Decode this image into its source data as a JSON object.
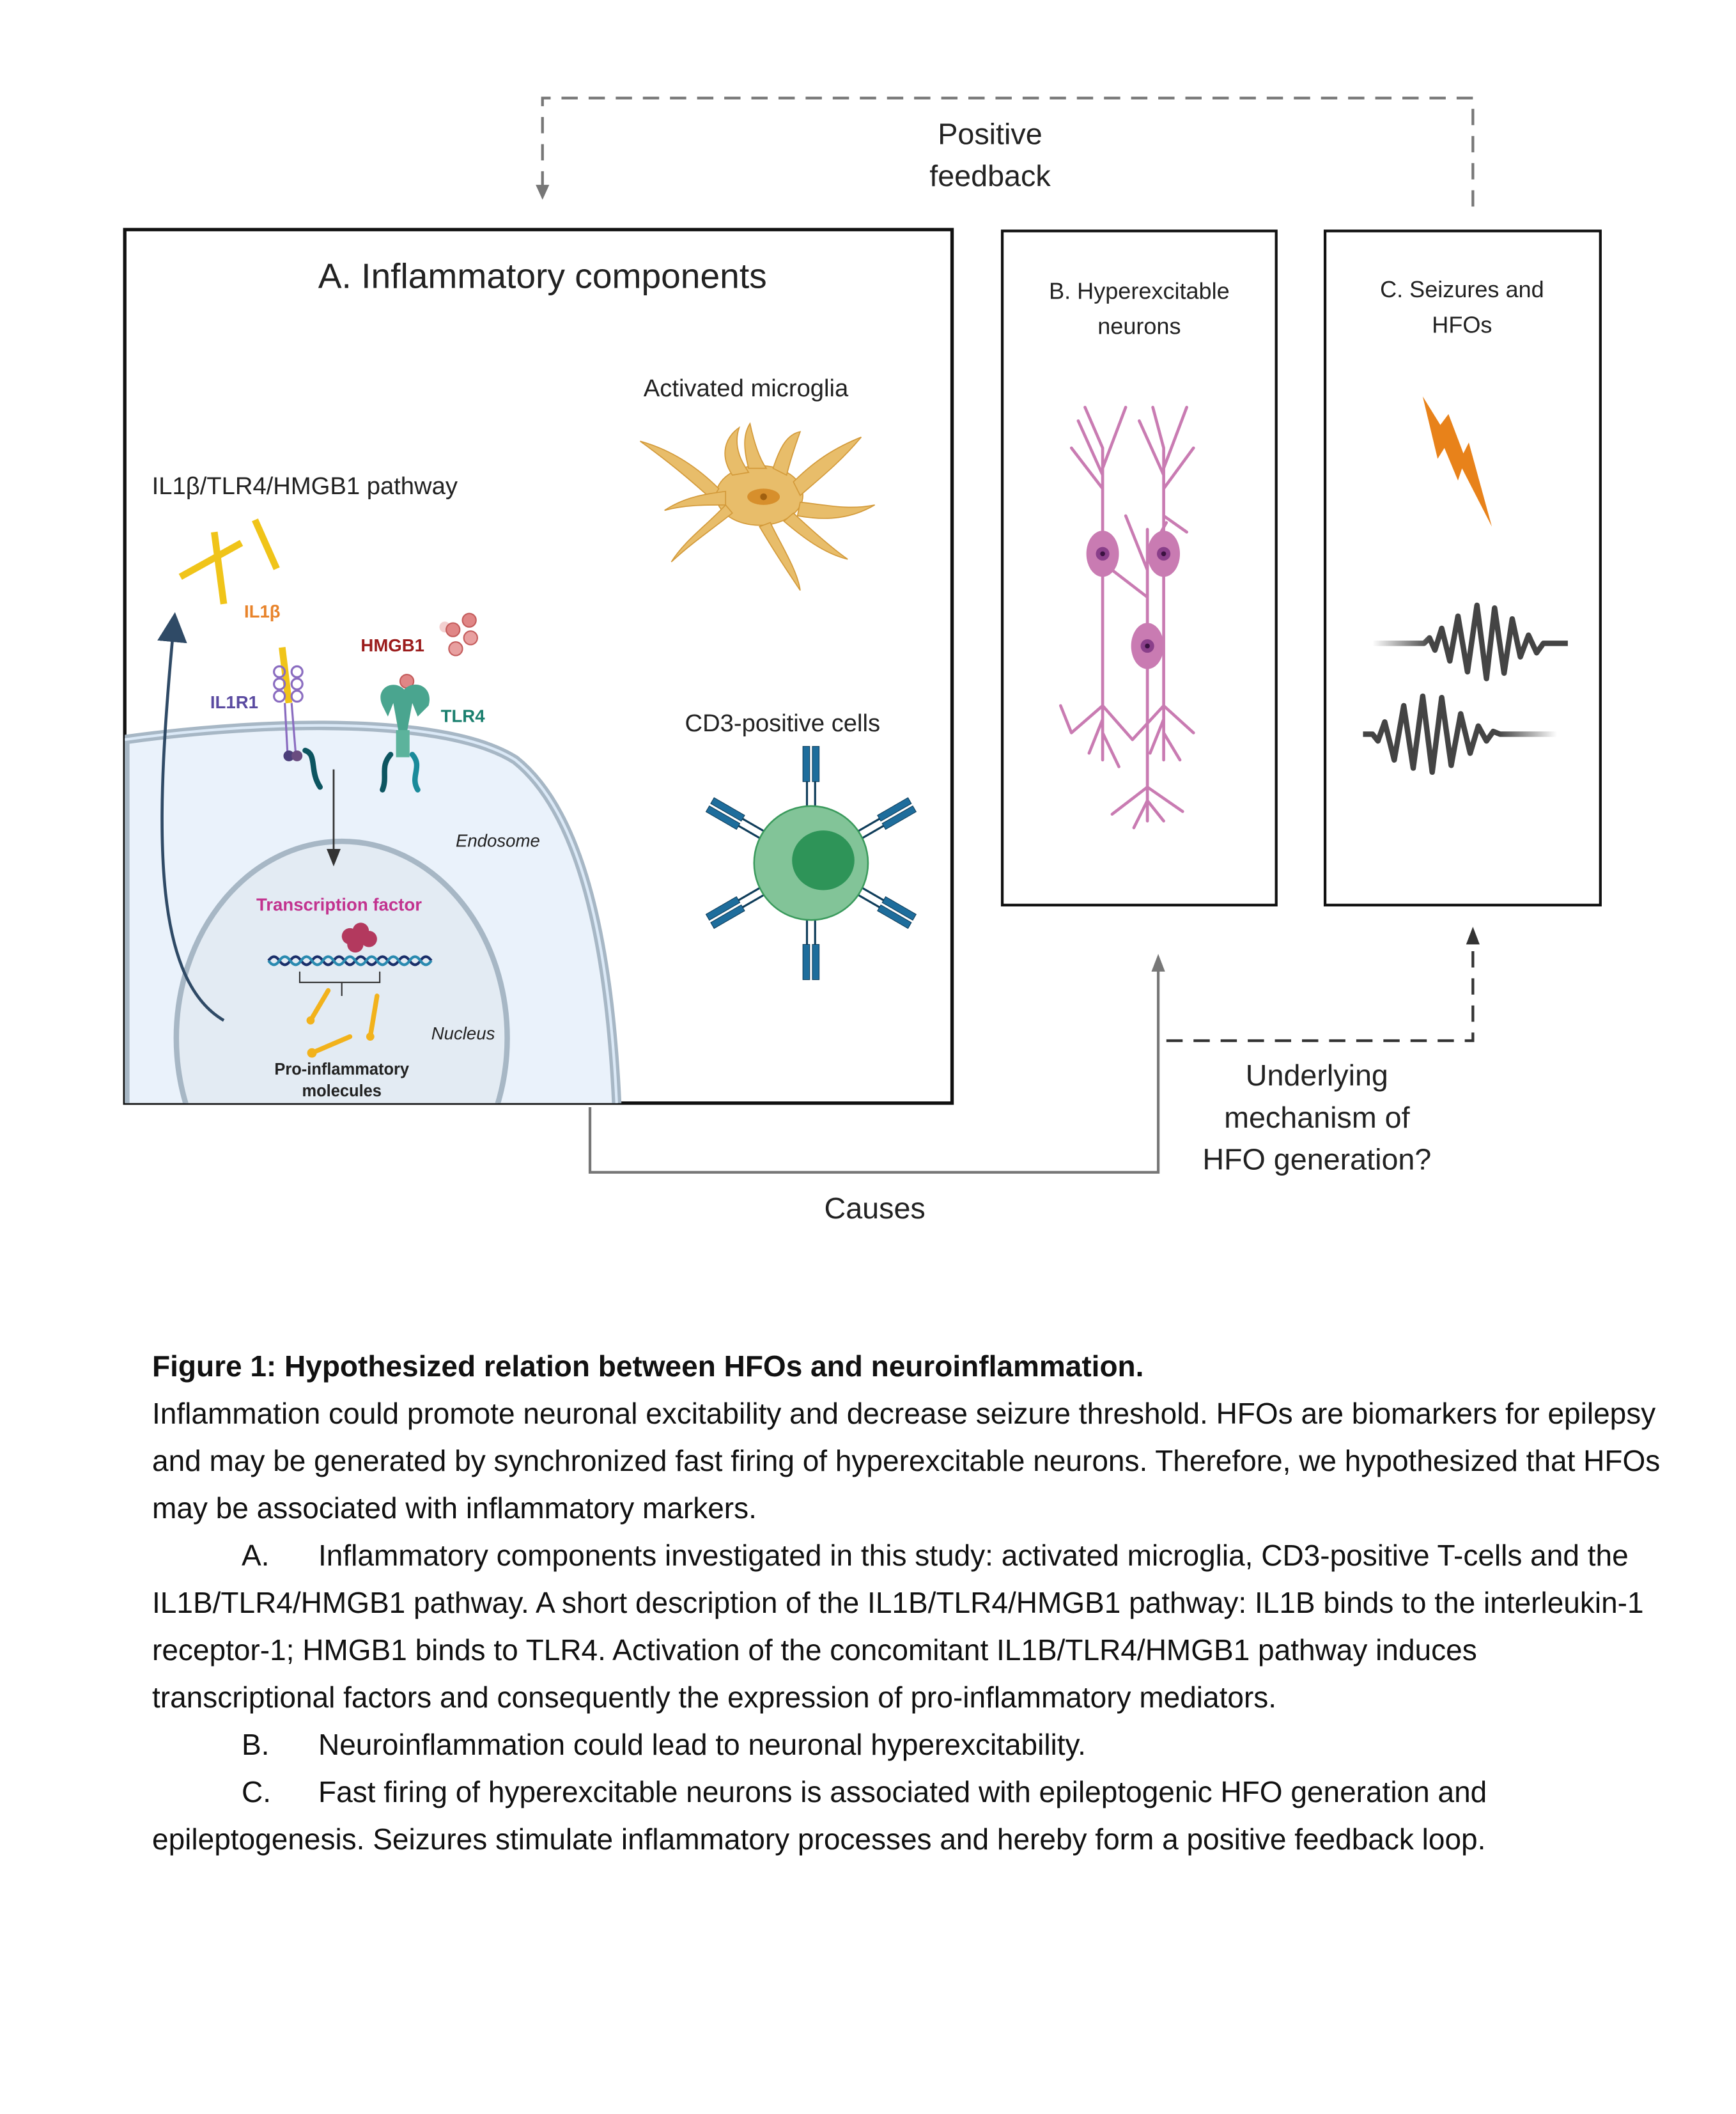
{
  "diagram": {
    "feedback_label": [
      "Positive",
      "feedback"
    ],
    "causes_label": "Causes",
    "mechanism_label": [
      "Underlying",
      "mechanism of",
      "HFO generation?"
    ],
    "panel_a": {
      "title": "A. Inflammatory components",
      "pathway_title": "IL1β/TLR4/HMGB1 pathway",
      "il1b": "IL1β",
      "hmgb1": "HMGB1",
      "il1r1": "IL1R1",
      "tlr4": "TLR4",
      "endosome": "Endosome",
      "nucleus": "Nucleus",
      "transcription_factor": "Transcription factor",
      "pro_inflammatory": [
        "Pro-inflammatory",
        "molecules"
      ],
      "microglia_title": "Activated microglia",
      "cd3_title": "CD3-positive cells"
    },
    "panel_b": {
      "title": [
        "B. Hyperexcitable",
        "neurons"
      ]
    },
    "panel_c": {
      "title": [
        "C. Seizures and",
        "HFOs"
      ]
    },
    "colors": {
      "il1b": "#e8832a",
      "hmgb1": "#9b1c1c",
      "il1r1": "#5a4aa0",
      "tlr4": "#1a7f6e",
      "transcription_factor": "#c2338f",
      "microglia": "#e8bd6a",
      "neuron": "#c97bb2",
      "tcell": "#82c498",
      "bolt": "#e8821a"
    }
  },
  "caption": {
    "title": "Figure 1: Hypothesized relation between HFOs and neuroinflammation.",
    "intro": "Inflammation could promote neuronal excitability and decrease seizure threshold. HFOs are biomarkers for epilepsy and may be generated by synchronized fast firing of hyperexcitable neurons. Therefore, we hypothesized that HFOs may be associated with inflammatory markers.",
    "items": [
      {
        "letter": "A.",
        "text": "Inflammatory components investigated in this study: activated microglia, CD3-positive T-cells and the IL1B/TLR4/HMGB1 pathway. A short description of the IL1B/TLR4/HMGB1 pathway: IL1B binds to the interleukin-1 receptor-1; HMGB1 binds to TLR4. Activation of the concomitant IL1B/TLR4/HMGB1 pathway induces transcriptional factors and consequently the expression of pro-inflammatory mediators."
      },
      {
        "letter": "B.",
        "text": "Neuroinflammation could lead to neuronal hyperexcitability."
      },
      {
        "letter": "C.",
        "text": "Fast firing of hyperexcitable neurons is associated with epileptogenic HFO generation and epileptogenesis. Seizures stimulate inflammatory processes and hereby form a positive feedback loop."
      }
    ]
  }
}
